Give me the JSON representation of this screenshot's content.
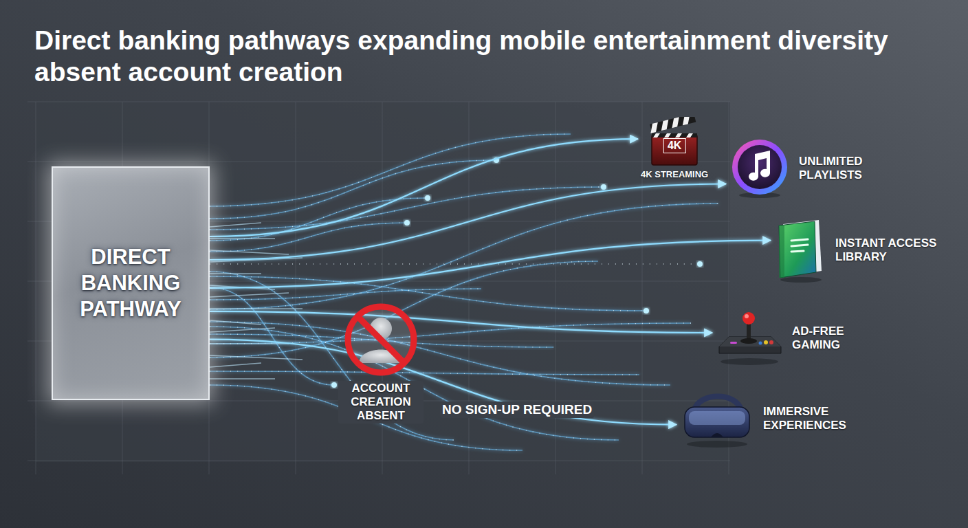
{
  "diagram": {
    "title": "Direct banking pathways expanding mobile entertainment diversity absent account creation",
    "nodes": [
      {
        "text": [
          "DIRECT BANKING PATHWAY"
        ]
      },
      {
        "text": [
          "4K",
          "4K STREAMING"
        ]
      },
      {
        "text": [
          "UNLIMITED PLAYLISTS"
        ]
      },
      {
        "text": [
          "INSTANT ACCESS LIBRARY"
        ]
      },
      {
        "text": [
          "AD-FREE GAMING"
        ]
      },
      {
        "text": [
          "IMMERSIVE EXPERIENCES"
        ]
      },
      {
        "text": [
          "ACCOUNT CREATION ABSENT"
        ]
      }
    ],
    "edges": [
      {
        "from": 0,
        "to": 1,
        "arrow": "to"
      },
      {
        "from": 0,
        "to": 2,
        "arrow": "to"
      },
      {
        "from": 0,
        "to": 3,
        "arrow": "to"
      },
      {
        "from": 0,
        "to": 4,
        "arrow": "to"
      },
      {
        "from": 0,
        "to": 5,
        "arrow": "to"
      }
    ],
    "labels": [
      "NO SIGN-UP REQUIRED"
    ]
  }
}
